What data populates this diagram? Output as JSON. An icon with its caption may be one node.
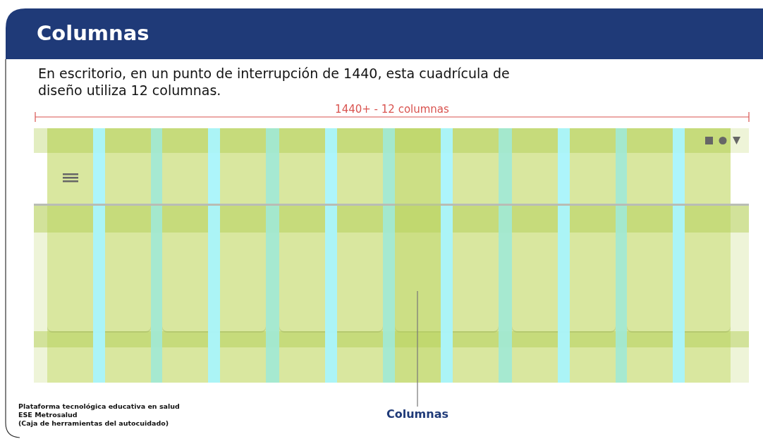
{
  "diagram": {
    "title": "Columnas",
    "nodes": [
      {
        "text": [
          "Columnas"
        ]
      },
      {
        "text": [],
        "shape": "bar"
      }
    ],
    "edges": [
      {
        "from": 0,
        "to": 1,
        "arrow": "none"
      }
    ],
    "labels": [
      "En escritorio, en un punto de interrupción de 1440, esta cuadrícula de diseño utiliza 12 columnas.",
      "1440+ - 12 columnas",
      "Plataforma tecnológica educativa en salud",
      "ESE Metrosalud",
      "(Caja de herramientas del autocuidado)"
    ]
  }
}
